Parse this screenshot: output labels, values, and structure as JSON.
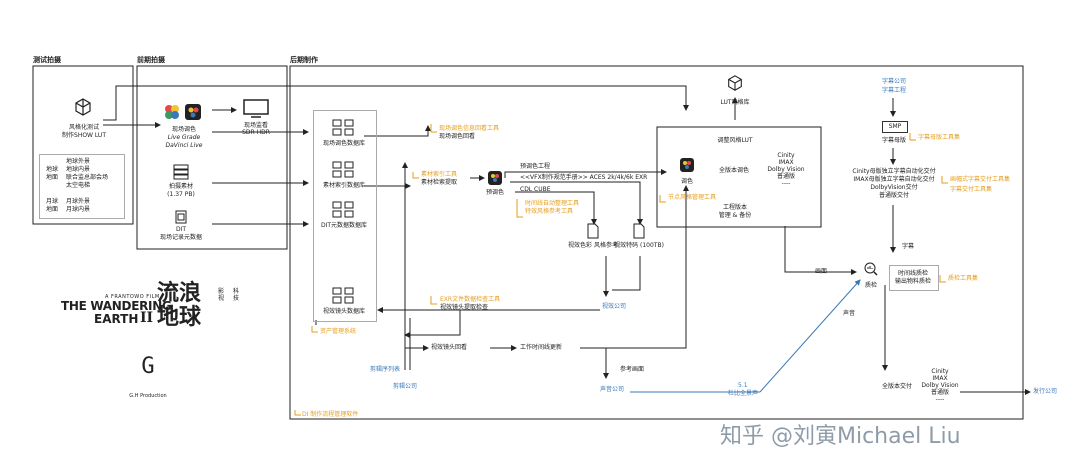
{
  "sections": {
    "test": "测试拍摄",
    "pre": "前期拍摄",
    "post": "后期制作"
  },
  "test": {
    "lut_line1": "风格化测试",
    "lut_line2": "制作SHOW LUT",
    "list": [
      {
        "tag": "",
        "items": "地球外景"
      },
      {
        "tag": "地球",
        "items": "地球内景"
      },
      {
        "tag": "地面",
        "items": "联合监总部会场"
      },
      {
        "tag": "",
        "items": "太空电梯"
      },
      {
        "tag": "月球",
        "items": "月球外景"
      },
      {
        "tag": "地面",
        "items": "月球内景"
      }
    ]
  },
  "pre": {
    "grade_l1": "现场调色",
    "grade_l2": "Live Grade",
    "grade_l3": "DaVinci Live",
    "monitor_l1": "现场监看",
    "monitor_l2": "SDR HDR",
    "footage_l1": "拍摄素材",
    "footage_l2": "(1.37 PB)",
    "dit_l1": "DIT",
    "dit_l2": "现场记录元数据"
  },
  "databases": {
    "grade_db": "现场调色数据库",
    "footage_db": "素材索引数据库",
    "dit_db": "DIT元数据数据库",
    "vfx_db": "视效镜头数据库",
    "asset_mgmt": "资产管理系统"
  },
  "tools": {
    "grade_tool": "现场调色信息回看工具",
    "grade_review": "现场调色回看",
    "index_tool": "素材索引工具",
    "index_fetch": "素材检索提取",
    "pregrade": "预调色",
    "timeline_tool": "时间线自动整理工具",
    "vfx_ref_tool": "特效风格参考工具",
    "exr_tool": "EXR文件数据检查工具",
    "vfx_qc": "视效镜头提取检查",
    "dit_system": "DI 制作流程管理软件"
  },
  "flow": {
    "pregrade_proj": "预调色工程",
    "vfx_spec": "<<VFX制作规范手册>> ACES 2k/4k/6k EXR",
    "cdl": "CDL CUBE",
    "vfx_color_ref": "视效色彩 风格参考",
    "vfx_timecode": "视效特码 (100TB)",
    "vfx_company": "视效公司",
    "vfx_review": "视效镜头回看",
    "timeline_update": "工作时间线更新",
    "edit_list": "剪辑序列表",
    "edit_company": "剪辑公司",
    "ref_picture": "参考画面",
    "sound_company": "声音公司",
    "sound_51": "5.1",
    "sound_atmos": "杜比全景声",
    "sound_label": "声音"
  },
  "grading": {
    "lut_lib": "LUT风格库",
    "adjust_lut": "调整风格LUT",
    "grade": "调色",
    "full_grade": "全版本调色",
    "node_tool": "节点风格管理工具",
    "project_l1": "工程版本",
    "project_l2": "管理 & 备份",
    "formats": [
      "Cinity",
      "IMAX",
      "Dolby Vision",
      "普通版",
      "----"
    ]
  },
  "subtitle": {
    "company": "字幕公司",
    "project": "字幕工程",
    "smp": "SMP",
    "mother": "字幕母版",
    "mother_tool": "字幕母版工具集",
    "deliver_lines": [
      "Cinity母版独立字幕自动化交付",
      "IMAX母版独立字幕自动化交付",
      "DolbyVision交付",
      "普通版交付"
    ],
    "tool_a": "画幅式字幕交付工具集",
    "tool_b": "字幕交付工具集",
    "subtitle_label": "字幕"
  },
  "qc": {
    "picture": "画面",
    "qc": "质检",
    "line1": "时间线质检",
    "line2": "输出物料质检",
    "tool": "质检工具集"
  },
  "delivery": {
    "full": "全版本交付",
    "formats": [
      "Cinity",
      "IMAX",
      "Dolby Vision",
      "普通版",
      "----"
    ],
    "distributor": "发行公司"
  },
  "logo": {
    "film": "A FRANTOWO FILM",
    "title_1": "THE WANDERING",
    "title_2": "EARTH",
    "title_num": "II",
    "chinese": "流浪地球",
    "side1": "影视",
    "side2": "科技",
    "gh_mark": "G",
    "gh": "G.H Production"
  },
  "watermark": "知乎 @刘寅Michael Liu",
  "colors": {
    "accent_orange": "#e69e1c",
    "accent_blue": "#3a78b8",
    "line": "#222222"
  },
  "icons": [
    "cube-icon",
    "monitor-icon",
    "server-icon",
    "dit-icon",
    "database-icon",
    "davinci-icon",
    "file-icon",
    "smp-icon",
    "qc-icon"
  ]
}
